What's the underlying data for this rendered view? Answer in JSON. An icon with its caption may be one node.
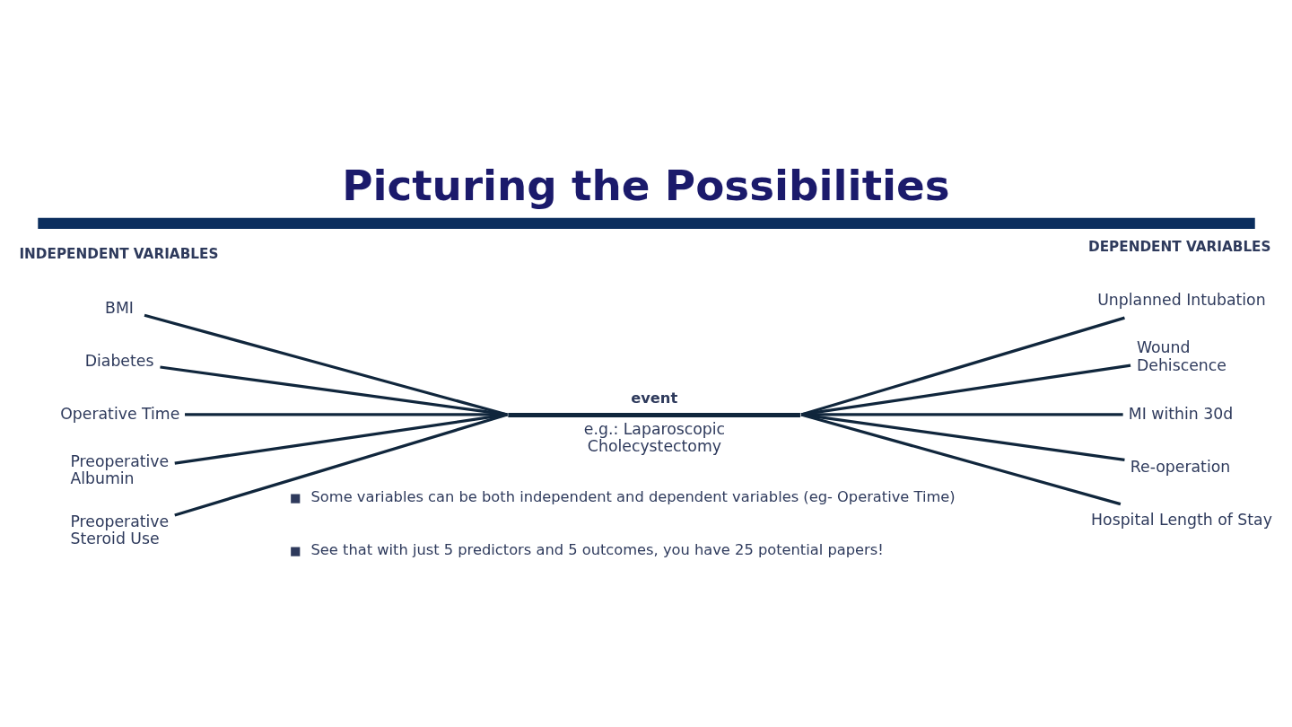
{
  "diagram": {
    "title": "Picturing the Possibilities",
    "nodes": [
      {
        "text": [
          "BMI"
        ]
      },
      {
        "text": [
          "Diabetes"
        ]
      },
      {
        "text": [
          "Operative Time"
        ]
      },
      {
        "text": [
          "Preoperative Albumin"
        ]
      },
      {
        "text": [
          "Preoperative Steroid Use"
        ]
      },
      {
        "text": [
          "event",
          "e.g.: Laparoscopic Cholecystectomy"
        ]
      },
      {
        "text": [
          "Unplanned Intubation"
        ]
      },
      {
        "text": [
          "Wound Dehiscence"
        ]
      },
      {
        "text": [
          "MI within 30d"
        ]
      },
      {
        "text": [
          "Re-operation"
        ]
      },
      {
        "text": [
          "Hospital Length of Stay"
        ]
      }
    ],
    "edges": [
      {
        "from": 0,
        "to": 5,
        "arrow": "none"
      },
      {
        "from": 1,
        "to": 5,
        "arrow": "none"
      },
      {
        "from": 2,
        "to": 5,
        "arrow": "none"
      },
      {
        "from": 3,
        "to": 5,
        "arrow": "none"
      },
      {
        "from": 4,
        "to": 5,
        "arrow": "none"
      },
      {
        "from": 5,
        "to": 6,
        "arrow": "none"
      },
      {
        "from": 5,
        "to": 7,
        "arrow": "none"
      },
      {
        "from": 5,
        "to": 8,
        "arrow": "none"
      },
      {
        "from": 5,
        "to": 9,
        "arrow": "none"
      },
      {
        "from": 5,
        "to": 10,
        "arrow": "none"
      }
    ],
    "labels": [
      "INDEPENDENT VARIABLES",
      "DEPENDENT VARIABLES",
      "Some variables can be both independent and dependent variables (eg- Operative Time)",
      "See that with just 5 predictors and 5 outcomes, you have 25 potential papers!"
    ]
  }
}
